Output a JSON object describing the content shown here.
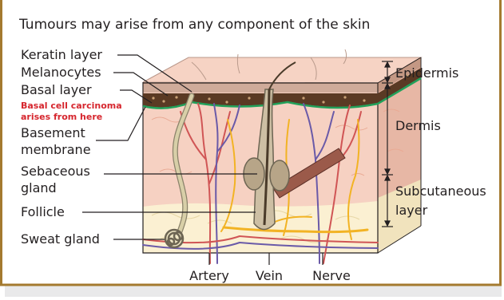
{
  "title": "Tumours may arise from any component of the skin",
  "colors": {
    "border": "#a47a2f",
    "accent_red": "#d6262e",
    "skin": "#f6d1c2",
    "fat": "#fbf0d2",
    "epidermis": "#5a3a24",
    "basement": "#21a15a"
  },
  "left_labels": {
    "keratin": "Keratin layer",
    "melanocytes": "Melanocytes",
    "basal": "Basal layer",
    "bcc_line1": "Basal cell carcinoma",
    "bcc_line2": "arises from here",
    "basement_line1": "Basement",
    "basement_line2": "membrane",
    "sebaceous_line1": "Sebaceous",
    "sebaceous_line2": "gland",
    "follicle": "Follicle",
    "sweat": "Sweat gland"
  },
  "right_labels": {
    "epidermis": "Epidermis",
    "dermis": "Dermis",
    "subcut_line1": "Subcutaneous",
    "subcut_line2": "layer"
  },
  "bottom_labels": {
    "artery": "Artery",
    "vein": "Vein",
    "nerve": "Nerve"
  }
}
